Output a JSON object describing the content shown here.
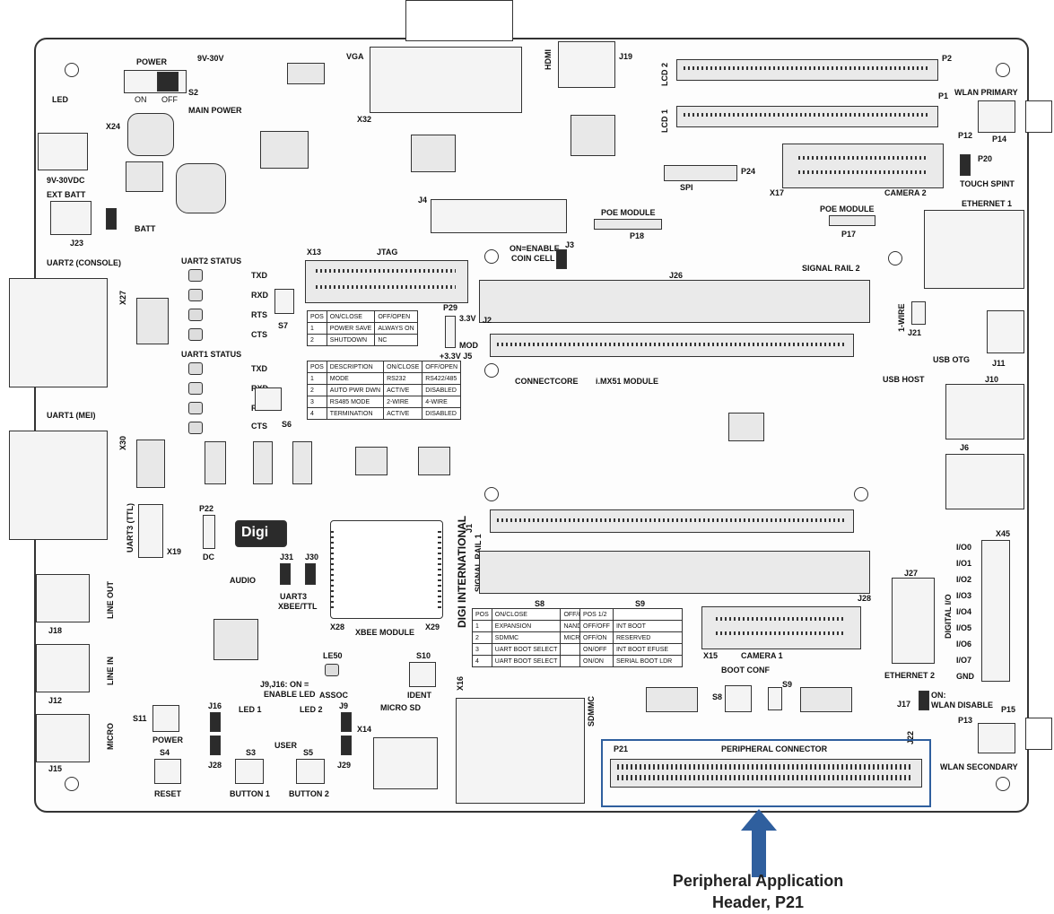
{
  "board": {
    "top_left": {
      "power": "POWER",
      "volt": "9V-30V",
      "on": "ON",
      "off": "OFF",
      "s2": "S2",
      "main_power": "MAIN POWER",
      "led": "LED",
      "x24": "X24",
      "v_in": "9V-30VDC",
      "ext_batt": "EXT BATT",
      "j23": "J23",
      "batt": "BATT",
      "vga": "VGA",
      "x32": "X32",
      "hdmi": "HDMI"
    },
    "jtag": {
      "x13": "X13",
      "label": "JTAG"
    },
    "uart": {
      "uart2_console": "UART2 (CONSOLE)",
      "uart2_status": "UART2 STATUS",
      "uart1_status": "UART1 STATUS",
      "uart1_mei": "UART1 (MEI)",
      "uart3_ttl": "UART3 (TTL)",
      "txd": "TXD",
      "rxd": "RXD",
      "rts": "RTS",
      "cts": "CTS",
      "s7": "S7",
      "s6": "S6",
      "x19": "X19",
      "p22": "P22",
      "dc": "DC",
      "x27": "X27",
      "x30": "X30"
    },
    "audio": {
      "audio": "AUDIO",
      "line_out": "LINE OUT",
      "line_in": "LINE IN",
      "micro": "MICRO",
      "j18": "J18",
      "j12": "J12",
      "j15": "J15",
      "j31": "J31",
      "j30": "J30",
      "uart3_xbee": "UART3",
      "xbee_ttl": "XBEE/TTL",
      "j9_note": "J9,J16: ON =",
      "enable_led": "ENABLE LED"
    },
    "buttons": {
      "s11": "S11",
      "power": "POWER",
      "s4": "S4",
      "reset": "RESET",
      "j16": "J16",
      "led1": "LED 1",
      "led2": "LED 2",
      "j28": "J28",
      "j9": "J9",
      "user": "USER",
      "s3": "S3",
      "s5": "S5",
      "button1": "BUTTON 1",
      "button2": "BUTTON 2",
      "j29": "J29",
      "micro_sd": "MICRO SD",
      "x14": "X14"
    },
    "xbee": {
      "module": "XBEE MODULE",
      "x28": "X28",
      "x29": "X29",
      "led50": "LE50",
      "assoc": "ASSOC",
      "s10": "S10",
      "ident": "IDENT",
      "x16": "X16"
    },
    "center": {
      "brand": "DIGI INTERNATIONAL",
      "logo": "Digi",
      "connectcore": "CONNECTCORE",
      "module": "i.MX51 MODULE",
      "j26": "J26",
      "j28": "J28",
      "j1": "J1",
      "j2": "J2",
      "signal_rail_1": "SIGNAL RAIL 1",
      "signal_rail_2": "SIGNAL RAIL 2",
      "on_enable": "ON=ENABLE",
      "coin_cell": "COIN CELL",
      "j3": "J3",
      "j4": "J4",
      "p29": "P29",
      "v33": "3.3V",
      "mod": "MOD",
      "v33_j5": "+3.3V J5",
      "sdmmc": "SDMMC"
    },
    "table_a": {
      "header": [
        "POS",
        "ON/CLOSE",
        "OFF/OPEN"
      ],
      "rows": [
        [
          "1",
          "POWER SAVE",
          "ALWAYS ON"
        ],
        [
          "2",
          "SHUTDOWN",
          "NC"
        ]
      ]
    },
    "table_b": {
      "header": [
        "POS",
        "DESCRIPTION",
        "ON/CLOSE",
        "OFF/OPEN"
      ],
      "rows": [
        [
          "1",
          "MODE",
          "RS232",
          "RS422/485"
        ],
        [
          "2",
          "AUTO PWR DWN",
          "ACTIVE",
          "DISABLED"
        ],
        [
          "3",
          "RS485 MODE",
          "2-WIRE",
          "4-WIRE"
        ],
        [
          "4",
          "TERMINATION",
          "ACTIVE",
          "DISABLED"
        ]
      ]
    },
    "table_s8": {
      "title": "S8",
      "header": [
        "POS",
        "ON/CLOSE",
        "OFF/OPEN"
      ],
      "rows": [
        [
          "1",
          "EXPANSION",
          "NAND FL"
        ],
        [
          "2",
          "SDMMC",
          "MICRO SD"
        ],
        [
          "3",
          "UART BOOT SELECT",
          ""
        ],
        [
          "4",
          "UART BOOT SELECT",
          ""
        ]
      ]
    },
    "table_s9": {
      "title": "S9",
      "header": [
        "POS 1/2",
        ""
      ],
      "rows": [
        [
          "OFF/OFF",
          "INT BOOT"
        ],
        [
          "OFF/ON",
          "RESERVED"
        ],
        [
          "ON/OFF",
          "INT BOOT EFUSE"
        ],
        [
          "ON/ON",
          "SERIAL BOOT LDR"
        ]
      ]
    },
    "right": {
      "p2": "P2",
      "p1": "P1",
      "lcd2": "LCD 2",
      "lcd1": "LCD 1",
      "j19": "J19",
      "wlan_primary": "WLAN PRIMARY",
      "p12": "P12",
      "p14": "P14",
      "p20": "P20",
      "touch_spint": "TOUCH SPINT",
      "ethernet1": "ETHERNET 1",
      "spi": "SPI",
      "p24": "P24",
      "x17": "X17",
      "camera2": "CAMERA 2",
      "poe_module": "POE MODULE",
      "p18": "P18",
      "p17": "P17",
      "one_wire": "1-WIRE",
      "j21": "J21",
      "usb_otg": "USB OTG",
      "j11": "J11",
      "usb_host": "USB HOST",
      "j10": "J10",
      "j6": "J6",
      "x45": "X45",
      "io": [
        "I/O0",
        "I/O1",
        "I/O2",
        "I/O3",
        "I/O4",
        "I/O5",
        "I/O6",
        "I/O7",
        "GND"
      ],
      "digital_io": "DIGITAL I/O",
      "j27": "J27",
      "ethernet2": "ETHERNET 2",
      "x15": "X15",
      "camera1": "CAMERA 1",
      "boot_conf": "BOOT CONF",
      "s8": "S8",
      "s9": "S9",
      "j17": "J17",
      "on": "ON:",
      "wlan_disable": "WLAN DISABLE",
      "p13": "P13",
      "p15": "P15",
      "wlan_secondary": "WLAN SECONDARY",
      "j22": "J22"
    },
    "peripheral": {
      "p21": "P21",
      "label": "PERIPHERAL CONNECTOR"
    }
  },
  "callout": {
    "line1": "Peripheral Application",
    "line2": "Header, P21"
  },
  "colors": {
    "highlight": "#2f5f9e",
    "arrow": "#2f5f9e",
    "outline": "#333333"
  }
}
